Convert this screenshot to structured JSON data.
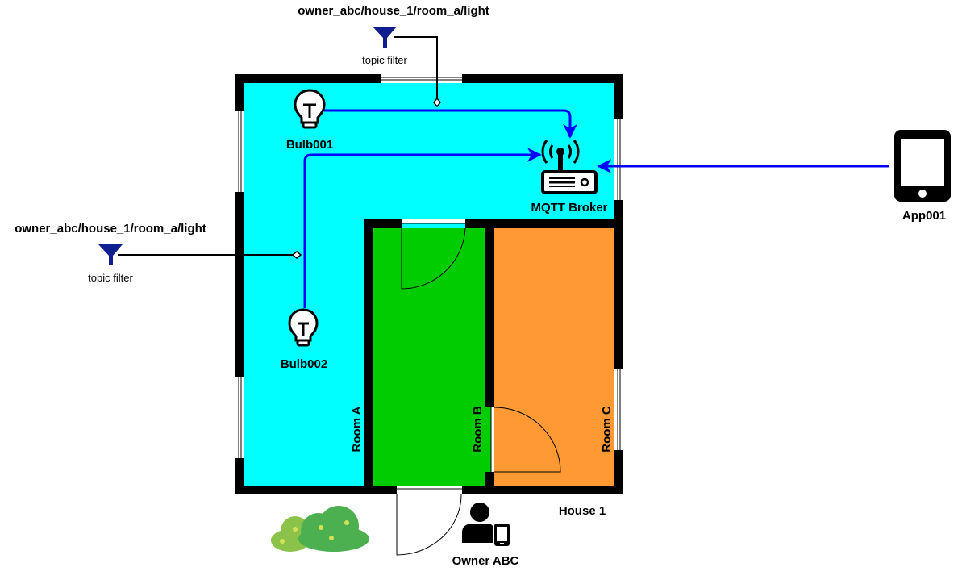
{
  "topic_filter_top": {
    "topic": "owner_abc/house_1/room_a/light",
    "caption": "topic filter"
  },
  "topic_filter_left": {
    "topic": "owner_abc/house_1/room_a/light",
    "caption": "topic filter"
  },
  "devices": {
    "bulb1": "Bulb001",
    "bulb2": "Bulb002",
    "broker": "MQTT Broker",
    "app": "App001"
  },
  "rooms": {
    "a": "Room A",
    "b": "Room B",
    "c": "Room C"
  },
  "house_label": "House 1",
  "owner_label": "Owner ABC",
  "colors": {
    "room_a": "#00FFFF",
    "room_b": "#00CC00",
    "room_c": "#FF9933",
    "wall": "#000000",
    "flow": "#0000FF",
    "filter": "#0F1F8F",
    "bush": "#4CAF50"
  },
  "icons": [
    "light-bulb-icon",
    "wireless-router-icon",
    "tablet-icon",
    "funnel-icon",
    "person-icon",
    "bush-icon",
    "door-swing-icon"
  ]
}
